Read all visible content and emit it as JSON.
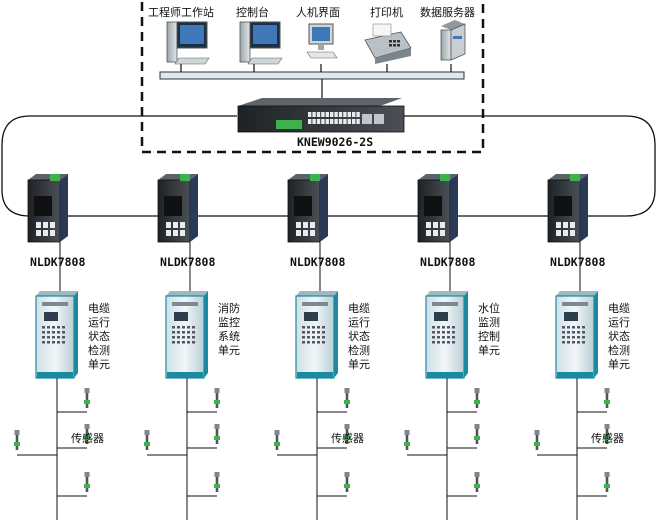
{
  "workstations": [
    {
      "label": "工程师工作站",
      "icon": "computer-icon"
    },
    {
      "label": "控制台",
      "icon": "computer-icon"
    },
    {
      "label": "人机界面",
      "icon": "monitor-icon"
    },
    {
      "label": "打印机",
      "icon": "fax-printer-icon"
    },
    {
      "label": "数据服务器",
      "icon": "server-icon"
    }
  ],
  "core_switch": {
    "label": "KNEW9026-2S",
    "icon": "rack-switch-icon"
  },
  "field_switches": [
    {
      "label": "NLDK7808"
    },
    {
      "label": "NLDK7808"
    },
    {
      "label": "NLDK7808"
    },
    {
      "label": "NLDK7808"
    },
    {
      "label": "NLDK7808"
    }
  ],
  "units": [
    {
      "lines": [
        "电缆",
        "运行",
        "状态",
        "检测",
        "单元"
      ]
    },
    {
      "lines": [
        "消防",
        "监控",
        "系统",
        "单元"
      ]
    },
    {
      "lines": [
        "电缆",
        "运行",
        "状态",
        "检测",
        "单元"
      ]
    },
    {
      "lines": [
        "水位",
        "监测",
        "控制",
        "单元"
      ]
    },
    {
      "lines": [
        "电缆",
        "运行",
        "状态",
        "检测",
        "单元"
      ]
    }
  ],
  "sensor_label": "传感器",
  "colors": {
    "cabinet": "#eaf2f4",
    "cabinet_edge": "#1b8aa0",
    "switch": "#3a3f44",
    "accent": "#1e5fb4"
  }
}
